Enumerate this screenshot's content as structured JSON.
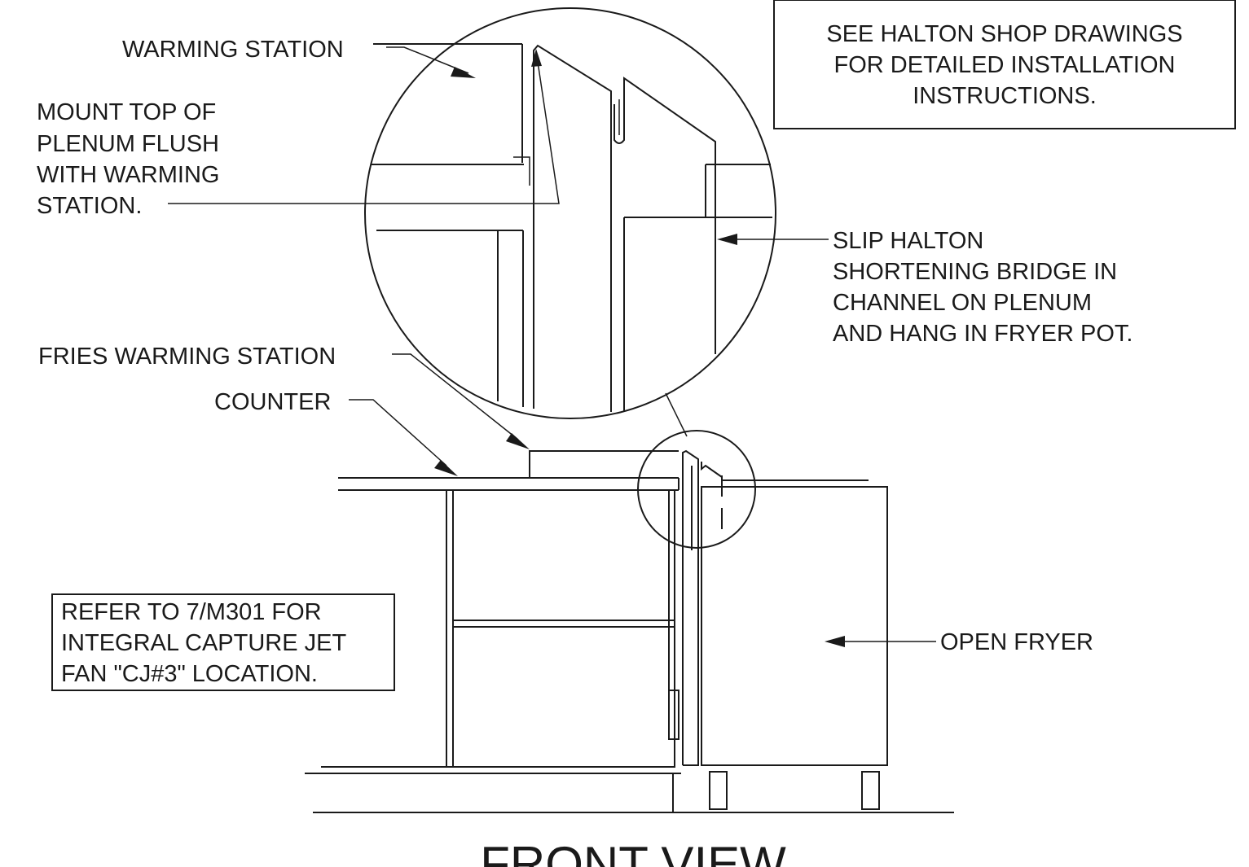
{
  "labels": {
    "warming_station": "WARMING STATION",
    "mount_top": [
      "MOUNT TOP OF",
      "PLENUM FLUSH",
      "WITH WARMING",
      "STATION."
    ],
    "slip_halton": [
      "SLIP HALTON",
      "SHORTENING BRIDGE IN",
      "CHANNEL ON PLENUM",
      "AND HANG IN FRYER POT."
    ],
    "fries_warming_station": "FRIES WARMING STATION",
    "counter": "COUNTER",
    "open_fryer": "OPEN FRYER"
  },
  "notes": {
    "shop_drawings": [
      "SEE HALTON SHOP DRAWINGS",
      "FOR DETAILED INSTALLATION",
      "INSTRUCTIONS."
    ],
    "refer_to": [
      "REFER TO 7/M301 FOR",
      "INTEGRAL CAPTURE JET",
      "FAN \"CJ#3\" LOCATION."
    ]
  },
  "view_title": "FRONT VIEW"
}
